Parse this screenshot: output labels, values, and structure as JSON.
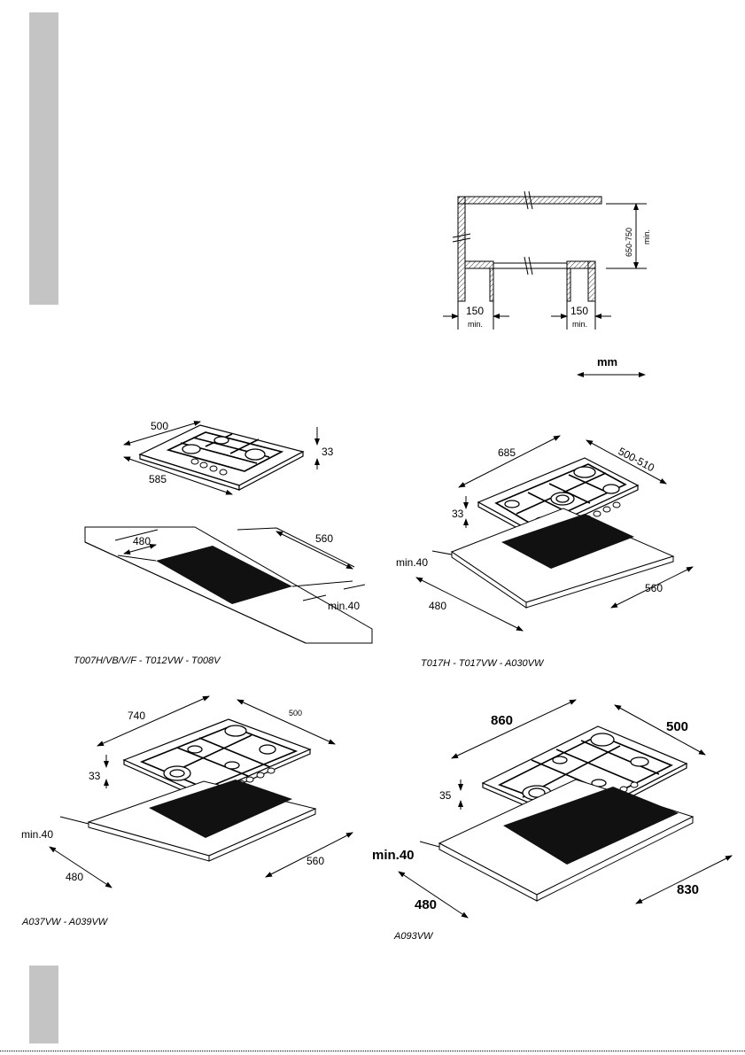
{
  "cabinet": {
    "height_dim": "650-750",
    "height_min": "min.",
    "left_dim": "150",
    "left_min": "min.",
    "right_dim": "150",
    "right_min": "min."
  },
  "units": {
    "label": "mm"
  },
  "models": [
    {
      "caption": "T007H/VB/V/F - T012VW - T008V",
      "width": "500",
      "length": "585",
      "height": "33",
      "cut_depth": "480",
      "cut_width": "560",
      "clearance": "min.40"
    },
    {
      "caption": "T017H - T017VW - A030VW",
      "width": "685",
      "length": "500-510",
      "height": "33",
      "cut_depth": "480",
      "cut_width": "560",
      "clearance": "min.40"
    },
    {
      "caption": "A037VW - A039VW",
      "width": "740",
      "length": "500",
      "height": "33",
      "cut_depth": "480",
      "cut_width": "560",
      "clearance": "min.40"
    },
    {
      "caption": "A093VW",
      "width": "860",
      "length": "500",
      "height": "35",
      "cut_depth": "480",
      "cut_width": "830",
      "clearance": "min.40"
    }
  ]
}
